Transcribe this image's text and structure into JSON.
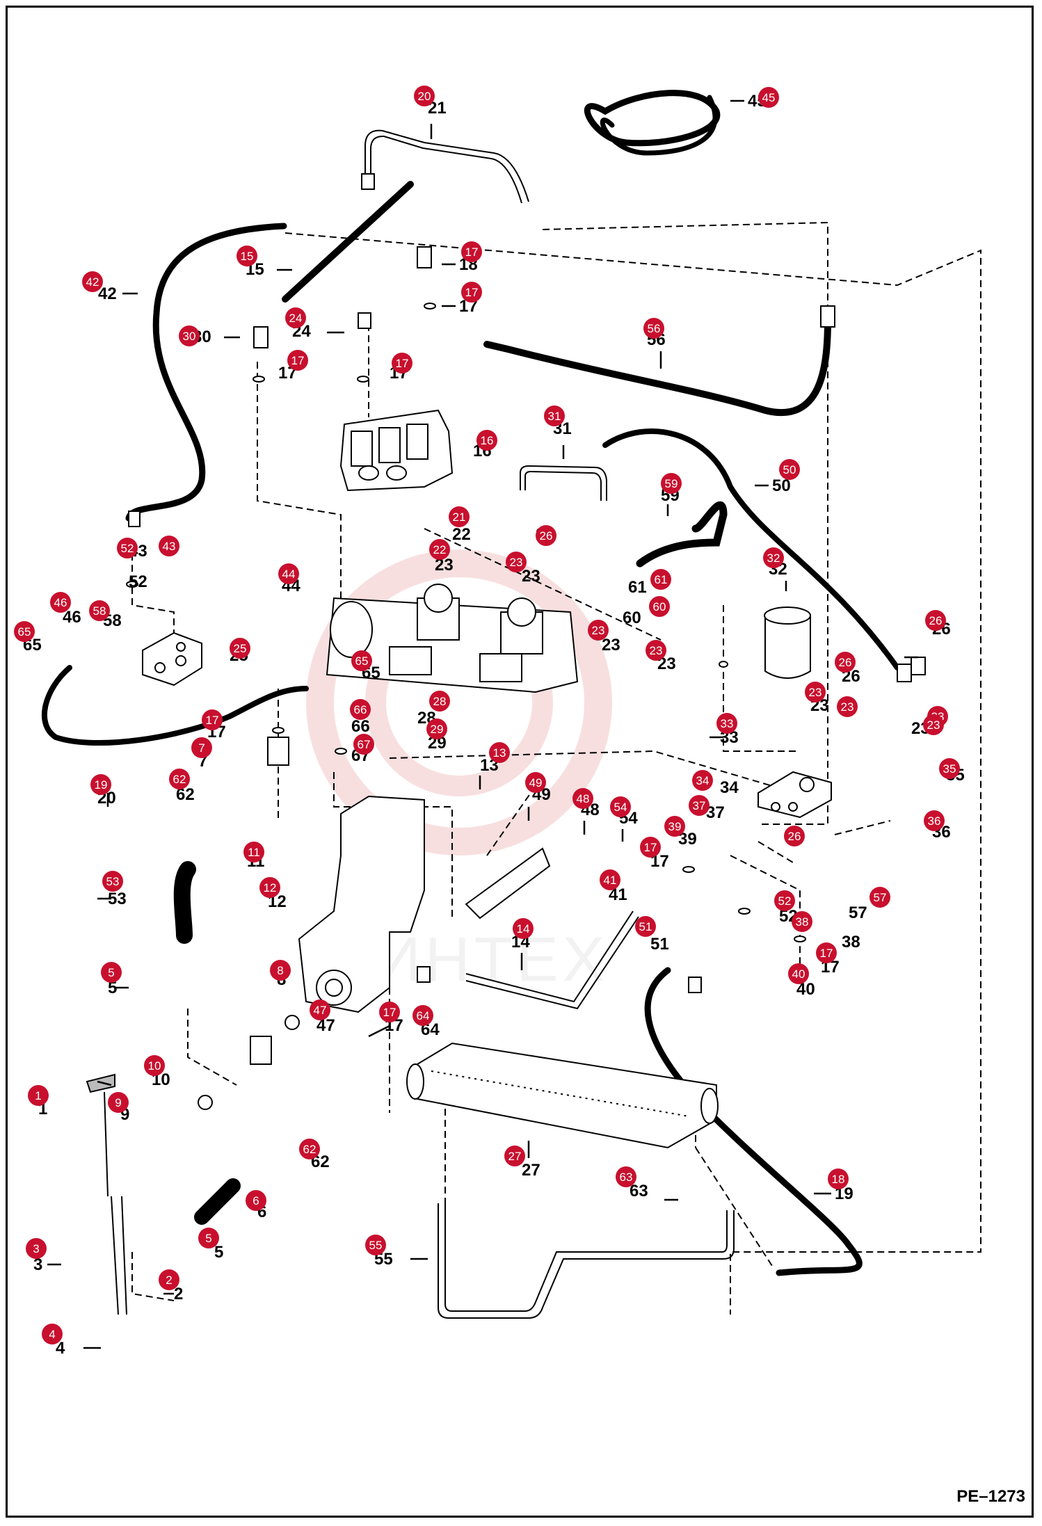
{
  "page_id": "PE–1273",
  "watermark": "ИНТЕХ",
  "colors": {
    "callout_fill": "#c8102e",
    "line": "#000000",
    "watermark": "#f3c5c5"
  },
  "callouts": [
    "1",
    "2",
    "3",
    "4",
    "5",
    "5",
    "6",
    "7",
    "8",
    "9",
    "10",
    "11",
    "12",
    "13",
    "14",
    "15",
    "16",
    "17",
    "17",
    "17",
    "17",
    "17",
    "17",
    "17",
    "17",
    "18",
    "19",
    "20",
    "21",
    "22",
    "23",
    "23",
    "23",
    "23",
    "23",
    "23",
    "23",
    "24",
    "25",
    "26",
    "26",
    "26",
    "26",
    "27",
    "28",
    "29",
    "30",
    "31",
    "32",
    "33",
    "34",
    "35",
    "36",
    "37",
    "38",
    "39",
    "40",
    "41",
    "42",
    "43",
    "44",
    "45",
    "46",
    "47",
    "48",
    "49",
    "50",
    "51",
    "52",
    "52",
    "53",
    "54",
    "55",
    "56",
    "57",
    "58",
    "59",
    "60",
    "61",
    "62",
    "62",
    "63",
    "64",
    "65",
    "65",
    "66",
    "67"
  ]
}
